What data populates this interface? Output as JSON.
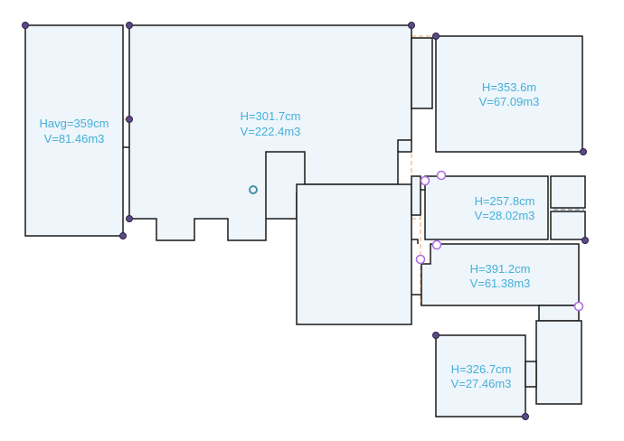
{
  "colors": {
    "label": "#45b0d8",
    "room_fill": "#eef5fb",
    "outline": "#1a1a1a",
    "guide_orange": "#e8a46a",
    "guide_gray": "#5e6b78",
    "node_fill": "#5b4a86",
    "open_node": "#b36ee0",
    "marker": "#4b8fa6"
  },
  "rooms": [
    {
      "id": "left",
      "height_text": "Havg=359cm",
      "volume_text": "V=81.46m3"
    },
    {
      "id": "main",
      "height_text": "H=301.7cm",
      "volume_text": "V=222.4m3"
    },
    {
      "id": "top-right",
      "height_text": "H=353.6m",
      "volume_text": "V=67.09m3"
    },
    {
      "id": "mid-right",
      "height_text": "H=257.8cm",
      "volume_text": "V=28.02m3"
    },
    {
      "id": "low-right",
      "height_text": "H=391.2cm",
      "volume_text": "V=61.38m3"
    },
    {
      "id": "bottom",
      "height_text": "H=326.7cm",
      "volume_text": "V=27.46m3"
    }
  ]
}
